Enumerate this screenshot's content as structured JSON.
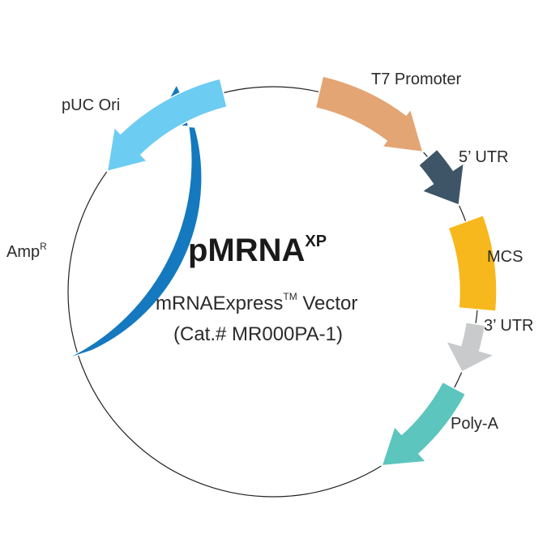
{
  "title": {
    "main": "pMRNA",
    "superscript": "XP"
  },
  "subtitle": {
    "line1_main": "mRNAExpress",
    "line1_sup": "TM",
    "line1_rest": " Vector",
    "line2": "(Cat.# MR000PA-1)"
  },
  "features": [
    {
      "key": "t7",
      "label": "T7 Promoter",
      "color": "#e3a574"
    },
    {
      "key": "utr5",
      "label": "5’ UTR",
      "color": "#3e5568"
    },
    {
      "key": "mcs",
      "label": "MCS",
      "color": "#f7b81d"
    },
    {
      "key": "utr3",
      "label": "3’ UTR",
      "color": "#c8cacb"
    },
    {
      "key": "polya",
      "label": "Poly-A",
      "color": "#5cc5bd"
    },
    {
      "key": "amp",
      "label": "Amp",
      "label_sup": "R",
      "color": "#1479be"
    },
    {
      "key": "puc",
      "label": "pUC Ori",
      "color": "#6dccf2"
    }
  ]
}
